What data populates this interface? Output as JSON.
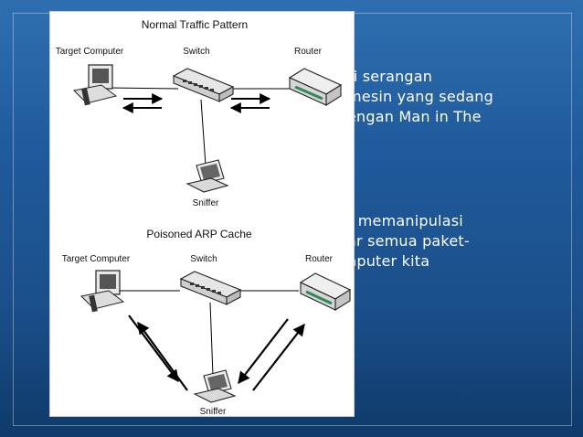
{
  "slide": {
    "paragraph_1": [
      "ri serangan",
      "mesin yang sedang",
      "engan Man in The"
    ],
    "paragraph_2": [
      "t memanipulasi",
      "ar semua paket-",
      "nputer kita"
    ]
  },
  "diagram": {
    "top_title": "Normal Traffic Pattern",
    "bottom_title": "Poisoned ARP Cache",
    "labels": {
      "target_computer": "Target Computer",
      "switch": "Switch",
      "router": "Router",
      "sniffer": "Sniffer"
    }
  },
  "colors": {
    "slide_blue": "#1f5a9b",
    "panel_bg": "#ffffff",
    "router_green": "#2e8b57"
  }
}
